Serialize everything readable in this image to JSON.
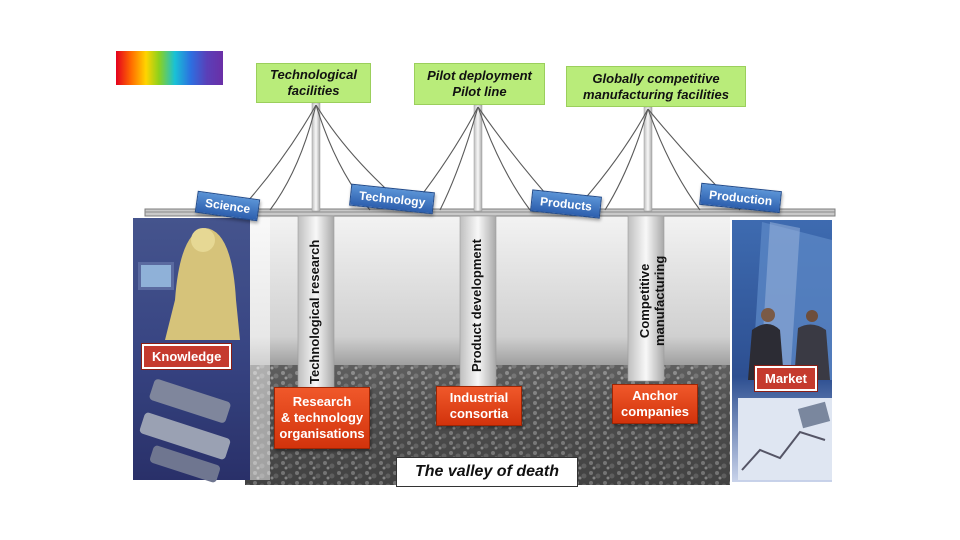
{
  "top_labels": {
    "technological_facilities": [
      "Technological",
      "facilities"
    ],
    "pilot": [
      "Pilot deployment",
      "Pilot line"
    ],
    "globally": [
      "Globally competitive",
      "manufacturing facilities"
    ]
  },
  "bridge_tags": {
    "science": "Science",
    "technology": "Technology",
    "products": "Products",
    "production": "Production"
  },
  "pillar_labels": {
    "technological_research": "Technological research",
    "product_development": "Product development",
    "competitive_manufacturing": [
      "Competitive",
      "manufacturing"
    ]
  },
  "base_boxes": {
    "rto": [
      "Research",
      "& technology",
      "organisations"
    ],
    "consortia": [
      "Industrial",
      "consortia"
    ],
    "anchor": [
      "Anchor",
      "companies"
    ]
  },
  "side_labels": {
    "knowledge": "Knowledge",
    "market": "Market"
  },
  "caption": "The valley of death",
  "colors": {
    "label_green": "#b9ec7a",
    "tag_blue": "#2d5fae",
    "box_red": "#d2330c",
    "side_red": "#c53a2e"
  }
}
